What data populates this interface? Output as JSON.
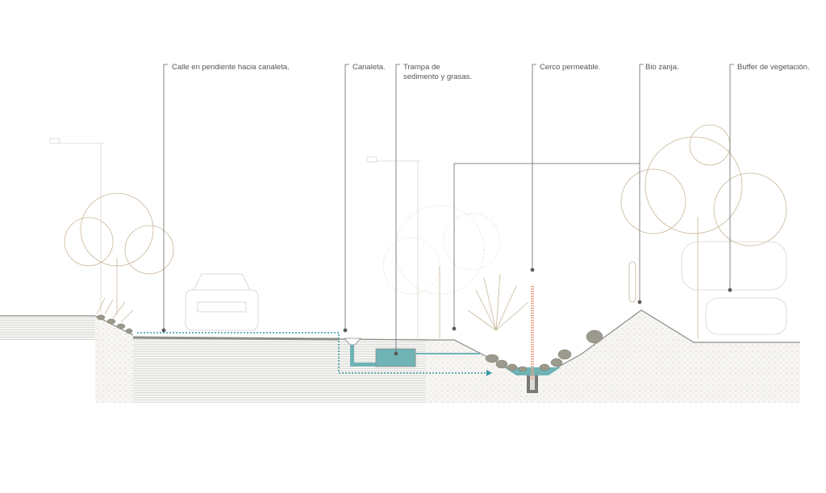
{
  "labels": {
    "street": "Calle en pendiente hacia canaleta.",
    "gutter": "Canaleta.",
    "trap_line1": "Trampa de",
    "trap_line2": "sedimento y grasas.",
    "fence": "Cerco permeable.",
    "bioswale": "Bio zanja.",
    "buffer": "Buffer de vegetación."
  },
  "colors": {
    "water": "#6fb3b5",
    "flow_arrow": "#3a9aa0",
    "fence": "#e8a48c",
    "leader": "#666666",
    "vegetation": "#c9b79a",
    "stone": "#9c9a8c",
    "ground_fill": "#f1f0ec"
  }
}
